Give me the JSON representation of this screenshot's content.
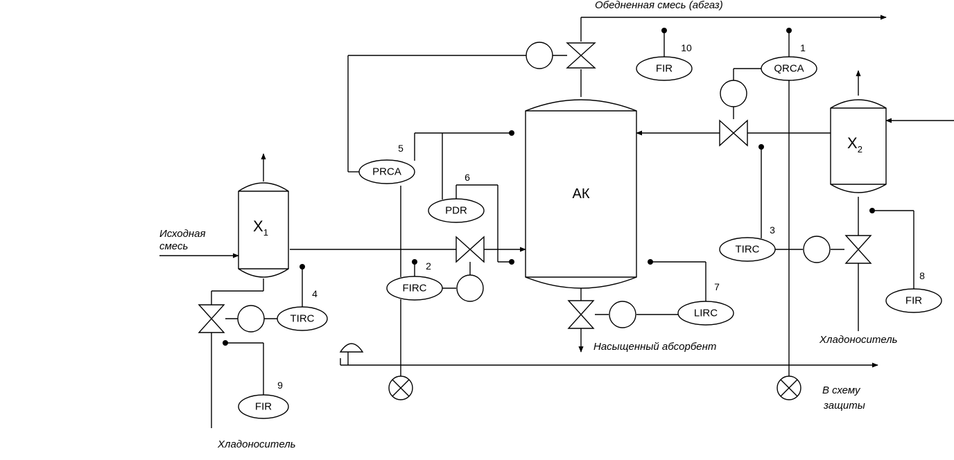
{
  "vessels": {
    "absorber": "АК",
    "x1": {
      "letter": "X",
      "sub": "1"
    },
    "x2": {
      "letter": "X",
      "sub": "2"
    }
  },
  "instruments": {
    "qrca": {
      "label": "QRCA",
      "num": "1"
    },
    "firc": {
      "label": "FIRC",
      "num": "2"
    },
    "tirc3": {
      "label": "TIRC",
      "num": "3"
    },
    "tirc4": {
      "label": "TIRC",
      "num": "4"
    },
    "prca": {
      "label": "PRCA",
      "num": "5"
    },
    "pdr": {
      "label": "PDR",
      "num": "6"
    },
    "lirc": {
      "label": "LIRC",
      "num": "7"
    },
    "fir8": {
      "label": "FIR",
      "num": "8"
    },
    "fir9": {
      "label": "FIR",
      "num": "9"
    },
    "fir10": {
      "label": "FIR",
      "num": "10"
    }
  },
  "streams": {
    "offgas": "Обедненная смесь (абгаз)",
    "feed_line1": "Исходная",
    "feed_line2": "смесь",
    "saturated": "Насыщенный абсорбент",
    "coolant_bottom": "Хладоноситель",
    "coolant_right": "Хладоноситель",
    "protection_line1": "В схему",
    "protection_line2": "защиты"
  }
}
